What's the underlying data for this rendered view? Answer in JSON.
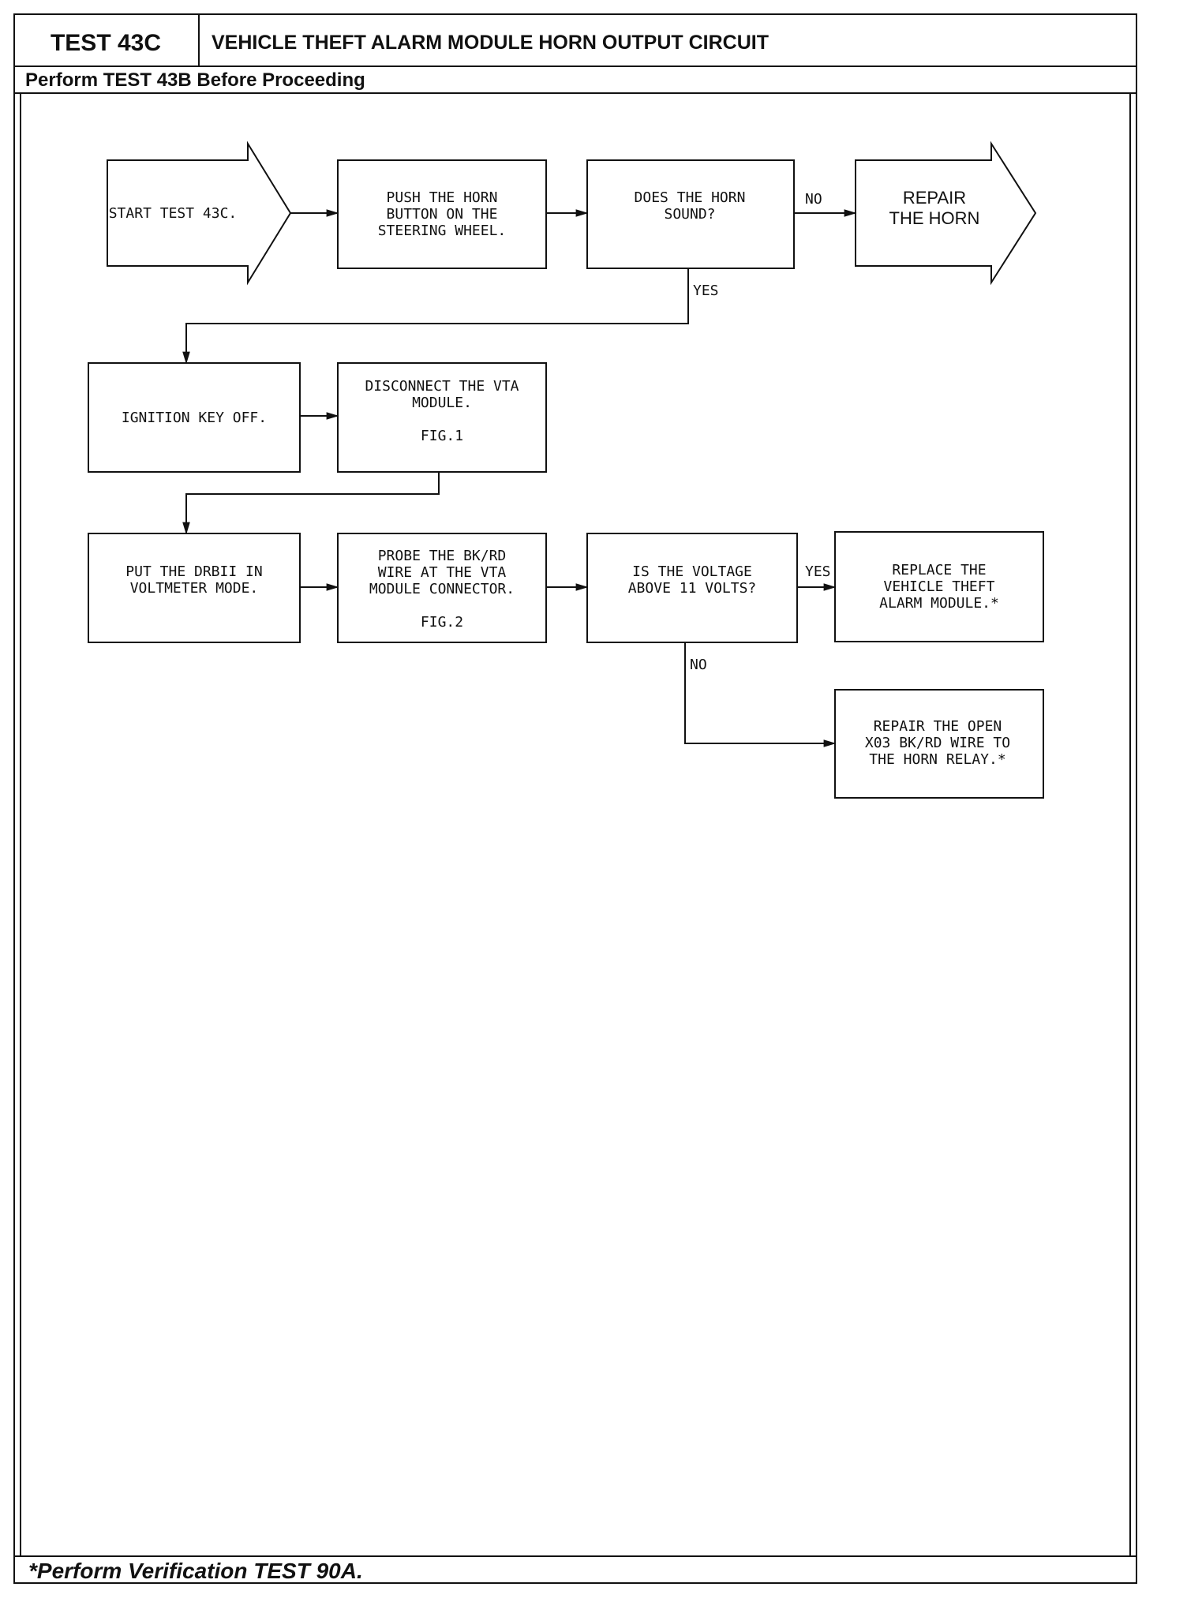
{
  "header": {
    "test_id": "TEST 43C",
    "title": "VEHICLE THEFT ALARM MODULE HORN OUTPUT CIRCUIT",
    "prerequisite": "Perform TEST 43B Before Proceeding"
  },
  "nodes": {
    "start": [
      "START TEST 43C."
    ],
    "push_horn": [
      "PUSH THE HORN",
      "BUTTON ON THE",
      "STEERING WHEEL."
    ],
    "horn_sound": [
      "DOES THE HORN",
      "SOUND?"
    ],
    "repair_horn": [
      "REPAIR",
      "THE HORN"
    ],
    "ignition_off": [
      "IGNITION KEY OFF."
    ],
    "disconnect_vta": [
      "DISCONNECT THE VTA",
      "MODULE.",
      "",
      "FIG.1"
    ],
    "drbii_voltmeter": [
      "PUT THE DRBII IN",
      "VOLTMETER MODE."
    ],
    "probe_wire": [
      "PROBE THE BK/RD",
      "WIRE AT THE VTA",
      "MODULE CONNECTOR.",
      "",
      "FIG.2"
    ],
    "voltage_check": [
      "IS THE VOLTAGE",
      "ABOVE 11 VOLTS?"
    ],
    "replace_module": [
      "REPLACE THE",
      "VEHICLE THEFT",
      "ALARM MODULE.*"
    ],
    "repair_wire": [
      "REPAIR THE OPEN",
      "X03 BK/RD WIRE TO",
      "THE HORN RELAY.*"
    ]
  },
  "edge_labels": {
    "no_1": "NO",
    "yes_1": "YES",
    "yes_2": "YES",
    "no_2": "NO"
  },
  "footer": {
    "note": "*Perform Verification TEST 90A."
  }
}
